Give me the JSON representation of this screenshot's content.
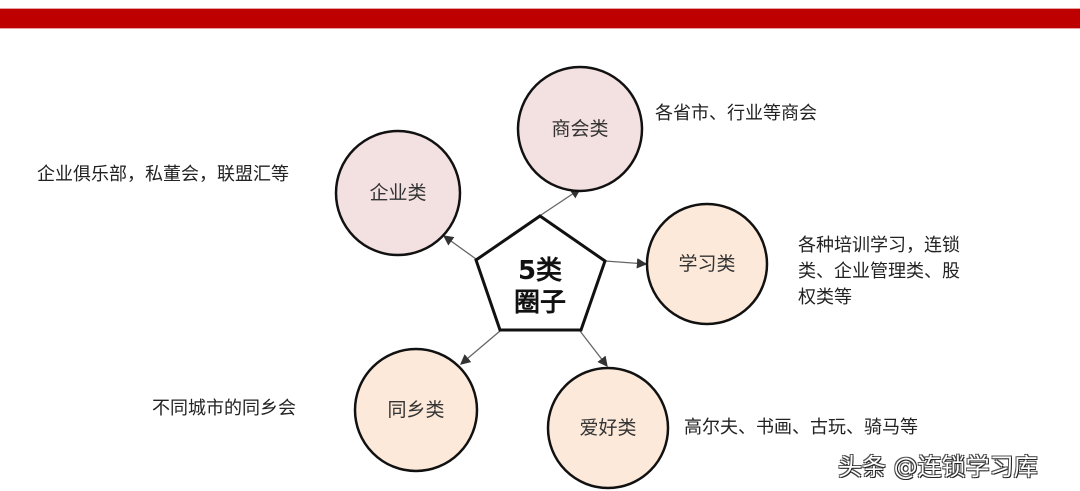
{
  "colors": {
    "top_bar": "#BE0000",
    "pink_fill": "#F3E0E0",
    "peach_fill": "#FCE9DA",
    "outline": "#111111",
    "arrow": "#666666"
  },
  "center": {
    "line1": "5类",
    "line2": "圈子"
  },
  "categories": [
    {
      "name": "商会类",
      "description": "各省市、行业等商会",
      "fill": "pink"
    },
    {
      "name": "企业类",
      "description": "企业俱乐部，私董会，联盟汇等",
      "fill": "pink"
    },
    {
      "name": "学习类",
      "description_lines": [
        "各种培训学习，连锁",
        "类、企业管理类、股",
        "权类等"
      ],
      "fill": "peach"
    },
    {
      "name": "同乡类",
      "description": "不同城市的同乡会",
      "fill": "peach"
    },
    {
      "name": "爱好类",
      "description": "高尔夫、书画、古玩、骑马等",
      "fill": "peach"
    }
  ],
  "watermark": "头条 @连锁学习库"
}
